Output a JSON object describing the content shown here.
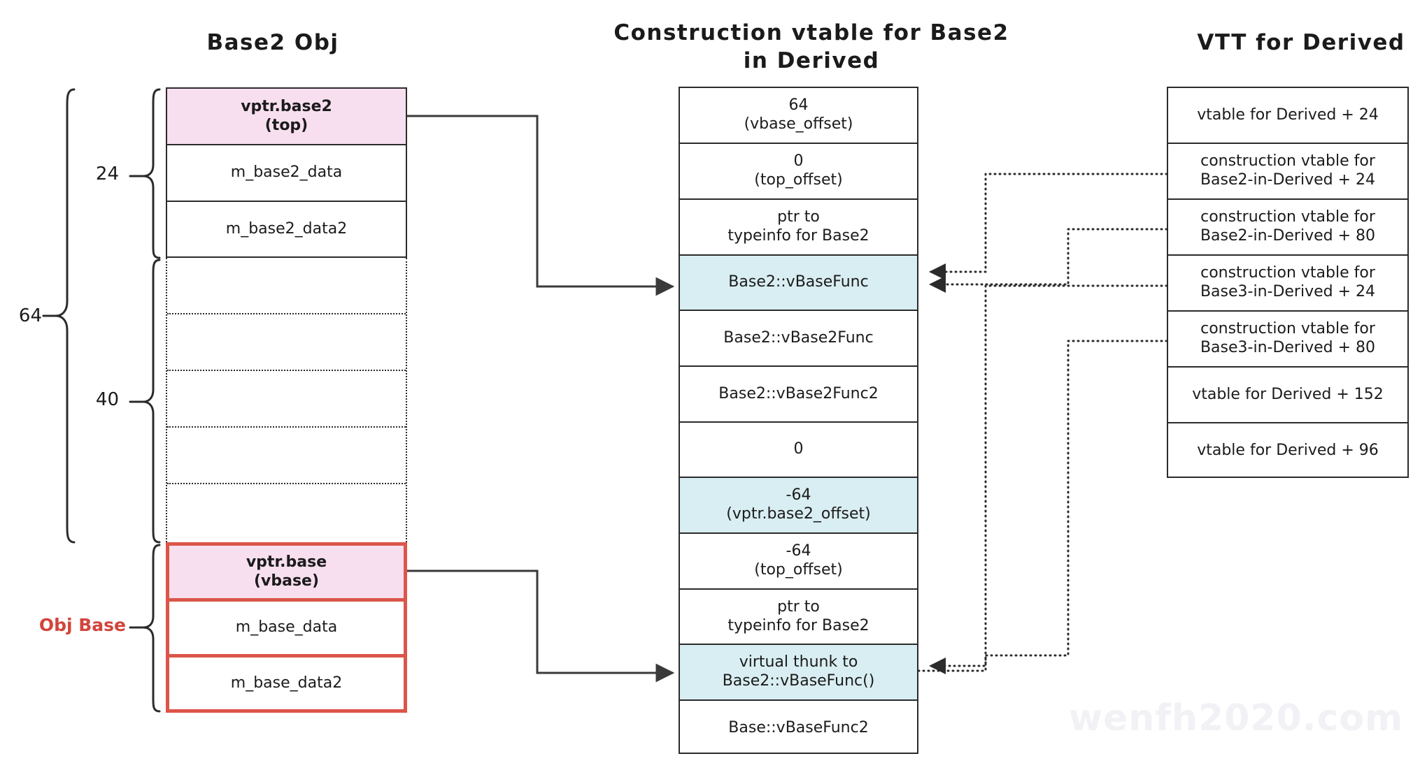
{
  "titles": {
    "left": "Base2 Obj",
    "middle": "Construction vtable for Base2\nin Derived",
    "right": "VTT for Derived"
  },
  "obj": {
    "top_rows": [
      {
        "text": "vptr.base2\n(top)",
        "style": "pink"
      },
      {
        "text": "m_base2_data",
        "style": "plain"
      },
      {
        "text": "m_base2_data2",
        "style": "plain"
      }
    ],
    "mid_rows": [
      {
        "text": "",
        "style": "empty"
      },
      {
        "text": "",
        "style": "empty"
      },
      {
        "text": "",
        "style": "empty"
      },
      {
        "text": "",
        "style": "empty"
      },
      {
        "text": "",
        "style": "empty"
      }
    ],
    "bottom_rows": [
      {
        "text": "vptr.base\n(vbase)",
        "style": "pink"
      },
      {
        "text": "m_base_data",
        "style": "plain"
      },
      {
        "text": "m_base_data2",
        "style": "plain"
      }
    ],
    "braces": {
      "total": "64",
      "top_group": "24",
      "mid_group": "40",
      "base_group": "Obj Base"
    }
  },
  "vtable": {
    "rows": [
      {
        "text": "64\n(vbase_offset)",
        "highlight": false
      },
      {
        "text": "0\n(top_offset)",
        "highlight": false
      },
      {
        "text": "ptr to\ntypeinfo for Base2",
        "highlight": false
      },
      {
        "text": "Base2::vBaseFunc",
        "highlight": true
      },
      {
        "text": "Base2::vBase2Func",
        "highlight": false
      },
      {
        "text": "Base2::vBase2Func2",
        "highlight": false
      },
      {
        "text": "0",
        "highlight": false
      },
      {
        "text": "-64\n(vptr.base2_offset)",
        "highlight": true
      },
      {
        "text": "-64\n(top_offset)",
        "highlight": false
      },
      {
        "text": "ptr to\ntypeinfo for Base2",
        "highlight": false
      },
      {
        "text": "virtual thunk to\nBase2::vBaseFunc()",
        "highlight": true
      },
      {
        "text": "Base::vBaseFunc2",
        "highlight": false
      }
    ]
  },
  "vtt": {
    "rows": [
      {
        "text": "vtable for Derived + 24"
      },
      {
        "text": "construction vtable for\nBase2-in-Derived + 24"
      },
      {
        "text": "construction vtable for\nBase2-in-Derived + 80"
      },
      {
        "text": "construction vtable for\nBase3-in-Derived + 24"
      },
      {
        "text": "construction vtable for\nBase3-in-Derived + 80"
      },
      {
        "text": "vtable for Derived + 152"
      },
      {
        "text": "vtable for Derived + 96"
      }
    ]
  },
  "colors": {
    "vptr_fill": "#f7dff0",
    "highlight_fill": "#d9eef2",
    "base_border": "#dc5549",
    "obj_base_label": "#d2453b",
    "line": "#2b2b2b"
  },
  "watermark": "wenfh2020.com"
}
